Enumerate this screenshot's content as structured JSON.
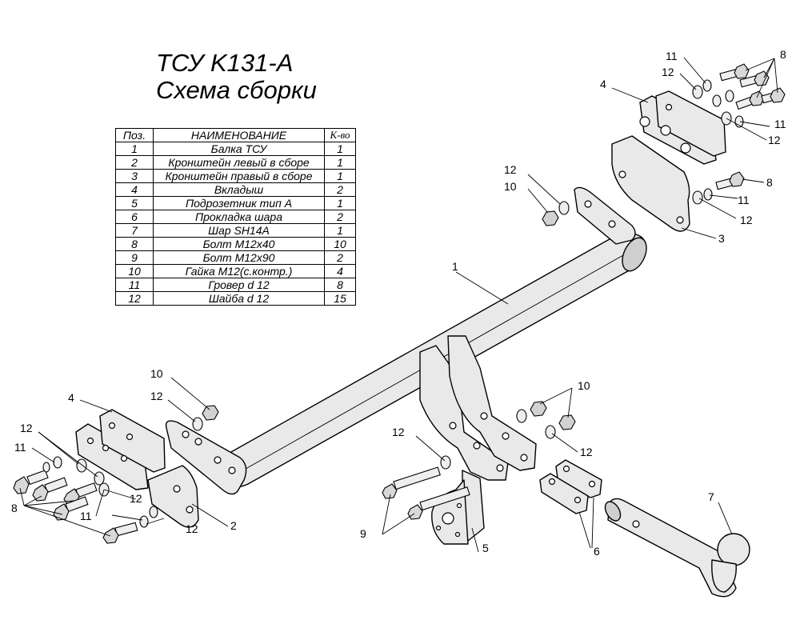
{
  "title": {
    "line1": "ТСУ K131-A",
    "line2": "Схема сборки"
  },
  "table": {
    "headers": [
      "Поз.",
      "НАИМЕНОВАНИЕ",
      "К-во"
    ],
    "rows": [
      {
        "pos": "1",
        "name": "Балка ТСУ",
        "qty": "1"
      },
      {
        "pos": "2",
        "name": "Кронштейн левый в сборе",
        "qty": "1"
      },
      {
        "pos": "3",
        "name": "Кронштейн правый в сборе",
        "qty": "1"
      },
      {
        "pos": "4",
        "name": "Вкладыш",
        "qty": "2"
      },
      {
        "pos": "5",
        "name": "Подрозетник тип А",
        "qty": "1"
      },
      {
        "pos": "6",
        "name": "Прокладка шара",
        "qty": "2"
      },
      {
        "pos": "7",
        "name": "Шар SH14A",
        "qty": "1"
      },
      {
        "pos": "8",
        "name": "Болт М12х40",
        "qty": "10"
      },
      {
        "pos": "9",
        "name": "Болт М12х90",
        "qty": "2"
      },
      {
        "pos": "10",
        "name": "Гайка М12(с.контр.)",
        "qty": "4"
      },
      {
        "pos": "11",
        "name": "Гровер d 12",
        "qty": "8"
      },
      {
        "pos": "12",
        "name": "Шайба d 12",
        "qty": "15"
      }
    ]
  },
  "callouts": {
    "beam": "1",
    "bracket_left": "2",
    "bracket_right": "3",
    "insert_left": "4",
    "insert_right": "4",
    "socket_plate": "5",
    "ball_spacer": "6",
    "ball": "7",
    "bolt_m12x40_left": "8",
    "bolt_m12x40_right_top": "8",
    "bolt_m12x40_right_mid": "8",
    "bolt_m12x90": "9",
    "nut_left": "10",
    "nut_right_top": "10",
    "nut_center": "10",
    "lock_washer_left_top": "11",
    "lock_washer_left_bottom": "11",
    "lock_washer_right_top": "11",
    "lock_washer_right_mid": "11",
    "lock_washer_right_bottom": "11",
    "washer_left_top": "12",
    "washer_left_mid": "12",
    "washer_left_bottom": "12",
    "washer_left_nut": "12",
    "washer_right_top": "12",
    "washer_right_mid": "12",
    "washer_right_bottom": "12",
    "washer_right_nut": "12",
    "washer_center_bolt": "12",
    "washer_center_nut": "12"
  }
}
